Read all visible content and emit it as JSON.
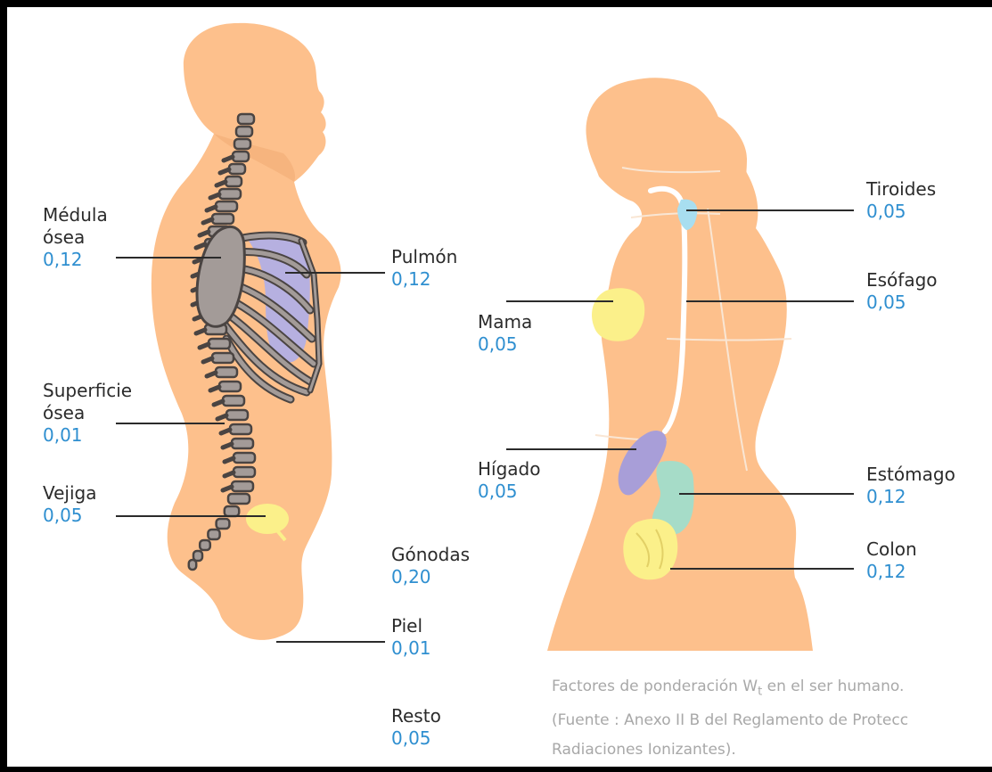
{
  "labels": {
    "medula": {
      "name1": "Médula",
      "name2": "ósea",
      "value": "0,12"
    },
    "superficie": {
      "name1": "Superficie",
      "name2": "ósea",
      "value": "0,01"
    },
    "vejiga": {
      "name": "Vejiga",
      "value": "0,05"
    },
    "pulmon": {
      "name": "Pulmón",
      "value": "0,12"
    },
    "gonodas": {
      "name": "Gónodas",
      "value": "0,20"
    },
    "piel": {
      "name": "Piel",
      "value": "0,01"
    },
    "resto": {
      "name": "Resto",
      "value": "0,05"
    },
    "mama": {
      "name": "Mama",
      "value": "0,05"
    },
    "higado": {
      "name": "Hígado",
      "value": "0,05"
    },
    "tiroides": {
      "name": "Tiroides",
      "value": "0,05"
    },
    "esofago": {
      "name": "Esófago",
      "value": "0,05"
    },
    "estomago": {
      "name": "Estómago",
      "value": "0,12"
    },
    "colon": {
      "name": "Colon",
      "value": "0,12"
    }
  },
  "caption": {
    "line1_pre": "Factores de ponderación W",
    "line1_sub": "t",
    "line1_post": " en el ser humano.",
    "line2": "(Fuente : Anexo II B del Reglamento de Protecc",
    "line3": "Radiaciones Ionizantes)."
  },
  "colors": {
    "skin": "#fdc08c",
    "bone": "#a39b98",
    "lung": "#b6b0e0",
    "bladder": "#fbf08a",
    "thyroid": "#a8def0",
    "liver": "#a89ed8",
    "stomach": "#a6dcc8",
    "value_text": "#2f8fd0"
  }
}
